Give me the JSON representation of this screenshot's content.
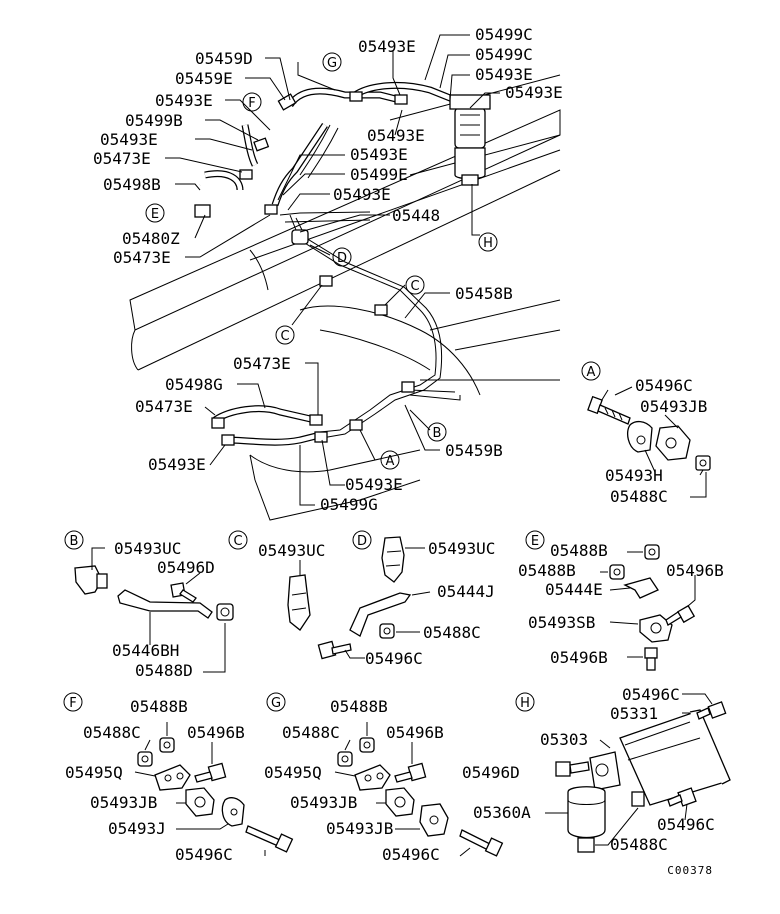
{
  "figure_code": "C00378",
  "callouts": {
    "main": [
      "05459D",
      "05459E",
      "05493E",
      "05499B",
      "05493E",
      "05473E",
      "05498B",
      "05480Z",
      "05473E",
      "05493E",
      "05499C",
      "05499C",
      "05493E",
      "05493E",
      "05493E",
      "05493E",
      "05499E",
      "05493E",
      "05448",
      "05458B",
      "05473E",
      "05498G",
      "05473E",
      "05493E",
      "05493E",
      "05499G",
      "05459B"
    ],
    "circle_refs": [
      "G",
      "F",
      "E",
      "D",
      "C",
      "C",
      "B",
      "A",
      "H"
    ],
    "detail_a": {
      "tag": "A",
      "labels": [
        "05496C",
        "05493JB",
        "05493H",
        "05488C"
      ]
    },
    "detail_b": {
      "tag": "B",
      "labels": [
        "05493UC",
        "05496D",
        "05446BH",
        "05488D"
      ]
    },
    "detail_c": {
      "tag": "C",
      "labels": [
        "05493UC"
      ]
    },
    "detail_d": {
      "tag": "D",
      "labels": [
        "05493UC",
        "05444J",
        "05488C",
        "05496C"
      ]
    },
    "detail_e": {
      "tag": "E",
      "labels": [
        "05488B",
        "05488B",
        "05444E",
        "05496B",
        "05493SB",
        "05496B"
      ]
    },
    "detail_f": {
      "tag": "F",
      "labels": [
        "05488B",
        "05488C",
        "05496B",
        "05495Q",
        "05493JB",
        "05493J",
        "05496C"
      ]
    },
    "detail_g": {
      "tag": "G",
      "labels": [
        "05488B",
        "05488C",
        "05496B",
        "05495Q",
        "05493JB",
        "05493JB",
        "05496C"
      ]
    },
    "detail_h": {
      "tag": "H",
      "labels": [
        "05496C",
        "05331",
        "05303",
        "05496D",
        "05360A",
        "05496C",
        "05488C"
      ]
    }
  }
}
